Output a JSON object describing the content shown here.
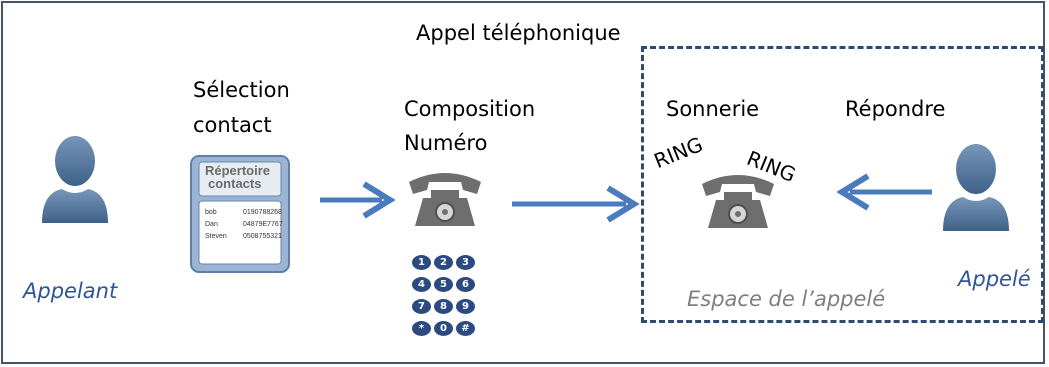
{
  "title": "Appel téléphonique",
  "steps": {
    "selection": [
      "Sélection",
      "contact"
    ],
    "composition": [
      "Composition",
      "Numéro"
    ],
    "ringing": "Sonnerie",
    "answer": "Répondre"
  },
  "ring_words": [
    "RING",
    "RING"
  ],
  "actors": {
    "caller": "Appelant",
    "callee": "Appelé"
  },
  "callee_zone_label": "Espace de l’appelé",
  "directory": {
    "header": [
      "Répertoire",
      "contacts"
    ],
    "entries": [
      {
        "name": "bob",
        "number": "0190788268"
      },
      {
        "name": "Dan",
        "number": "04879E7767"
      },
      {
        "name": "Steven",
        "number": "0508755321"
      }
    ]
  },
  "keypad": [
    "1",
    "2",
    "3",
    "4",
    "5",
    "6",
    "7",
    "8",
    "9",
    "*",
    "0",
    "#"
  ],
  "colors": {
    "border": "#44546a",
    "accent": "#4a7bbd",
    "person": "#4d7198",
    "phone": "#707070",
    "keypad": "#2c4a82",
    "dashed_zone": "#2e4a73"
  },
  "icons": [
    "person-icon",
    "directory-card-icon",
    "telephone-icon",
    "keypad-icon",
    "arrow-icon"
  ]
}
